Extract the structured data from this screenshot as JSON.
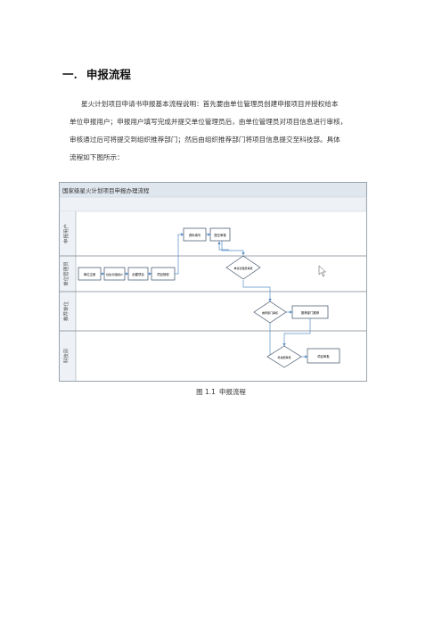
{
  "heading": {
    "number": "一.",
    "title": "申报流程"
  },
  "paragraph": [
    "星火计划项目申请书申报基本流程说明：首先要由单位管理员创建申报项目并授权给本",
    "单位申报用户；申报用户填写完成并提交单位管理员后，由单位管理员对项目信息进行审核，",
    "审核通过后可将提交到组织推荐部门；然后由组织推荐部门将项目信息提交至科技部。具体",
    "流程如下图所示："
  ],
  "flowchart": {
    "title": "国家级星火计划项目申报办理流程",
    "lanes": [
      "申报用户",
      "单位管理员",
      "推荐单位",
      "科技部"
    ],
    "nodes": {
      "register": "单位注册",
      "create_user": "创建/管理用户",
      "create_project": "创建项目",
      "assign_project": "项目授权",
      "fill_form": "资料填写",
      "submit": "提交审核",
      "unit_review": "单位管理员审核",
      "recommend_review": "推荐部门审核",
      "recommend_submit": "推荐部门推荐",
      "ministry_review": "科技部审核",
      "project_approval": "项目审批"
    }
  },
  "caption": {
    "label": "图 1.1",
    "text": "申报流程"
  }
}
